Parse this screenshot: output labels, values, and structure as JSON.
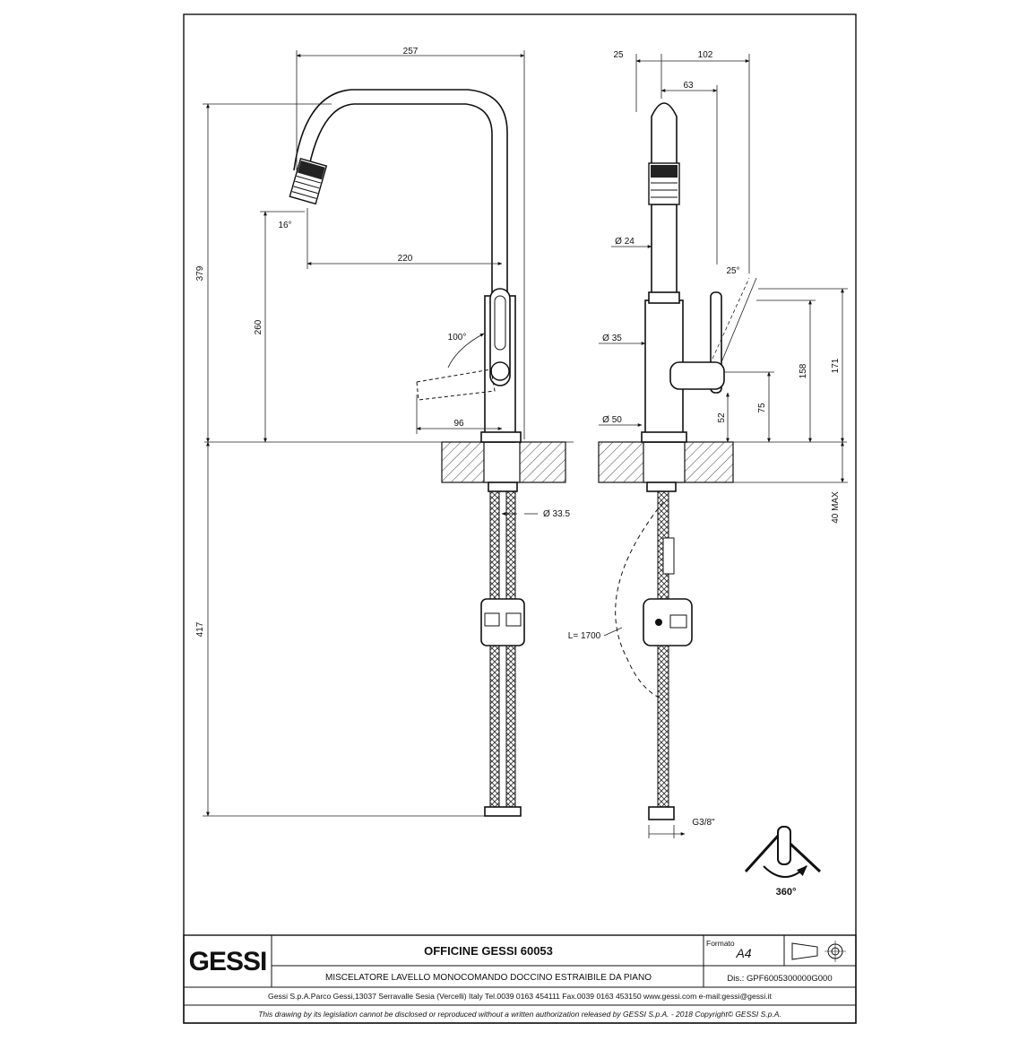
{
  "drawing": {
    "front_view": {
      "dim_width_top": "257",
      "dim_height_total": "379",
      "dim_spout_reach": "220",
      "dim_spout_height": "260",
      "dim_angle_spout": "16°",
      "dim_angle_handle": "100°",
      "dim_handle_reach": "96",
      "dim_below_deck": "417",
      "dim_hose_diameter": "Ø 33.5"
    },
    "side_view": {
      "dim_25": "25",
      "dim_102": "102",
      "dim_63": "63",
      "dim_d24": "Ø 24",
      "dim_angle_25": "25°",
      "dim_d35": "Ø 35",
      "dim_d50": "Ø 50",
      "dim_52": "52",
      "dim_75": "75",
      "dim_158": "158",
      "dim_171": "171",
      "dim_40max": "40 MAX",
      "dim_hose_length": "L= 1700",
      "dim_thread": "G3/8\""
    },
    "rotation_label": "360°"
  },
  "title_block": {
    "logo_text": "GESSI",
    "product_title": "OFFICINE GESSI 60053",
    "description": "MISCELATORE LAVELLO MONOCOMANDO DOCCINO ESTRAIBILE DA PIANO",
    "formato_label": "Formato",
    "formato_value": "A4",
    "dis_code": "Dis.: GPF6005300000G000",
    "company_address": "Gessi S.p.A.Parco Gessi,13037 Serravalle Sesia (Vercelli) Italy Tel.0039 0163 454111 Fax.0039 0163 453150 www.gessi.com e-mail:gessi@gessi.it",
    "copyright": "This drawing by its legislation cannot be disclosed or reproduced without a written authorization released by GESSI S.p.A. - 2018 Copyright© GESSI S.p.A."
  }
}
